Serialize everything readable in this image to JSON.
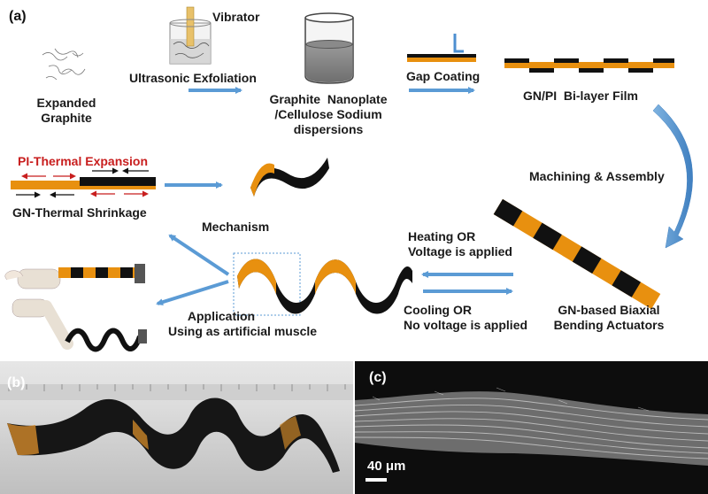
{
  "panel_a": {
    "label": "(a)",
    "vibrator": "Vibrator",
    "expanded_graphite": [
      "Expanded",
      "Graphite"
    ],
    "ultrasonic": "Ultrasonic Exfoliation",
    "dispersion": [
      "Graphite  Nanoplate",
      "/Cellulose Sodium",
      "dispersions"
    ],
    "gap_coating": "Gap Coating",
    "bilayer": "GN/PI  Bi-layer Film",
    "machining": "Machining & Assembly",
    "pi_expansion": "PI-Thermal Expansion",
    "gn_shrinkage": "GN-Thermal Shrinkage",
    "mechanism": "Mechanism",
    "heating": [
      "Heating OR",
      "Voltage is applied"
    ],
    "cooling": [
      "Cooling OR",
      "No voltage is applied"
    ],
    "actuator": [
      "GN-based Biaxial",
      "Bending Actuators"
    ],
    "application": [
      "Application",
      "Using as artificial muscle"
    ]
  },
  "panel_b": {
    "label": "(b)"
  },
  "panel_c": {
    "label": "(c)",
    "scale_bar": "40 μm"
  },
  "colors": {
    "orange": "#E8900F",
    "black": "#101010",
    "arrow_blue": "#5B9BD5",
    "red_text": "#C81E1E"
  }
}
